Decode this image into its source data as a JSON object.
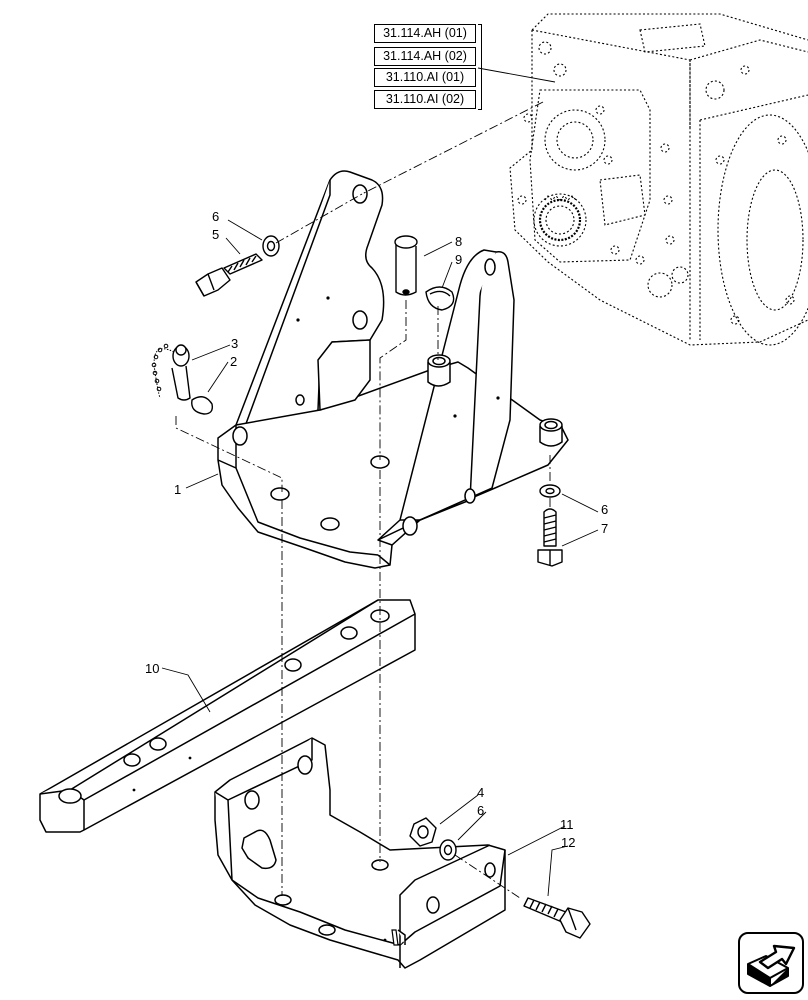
{
  "references": [
    "31.114.AH (01)",
    "31.114.AH (02)",
    "31.110.AI (01)",
    "31.110.AI (02)"
  ],
  "callouts": {
    "c1": "1",
    "c2": "2",
    "c3": "3",
    "c4": "4",
    "c5": "5",
    "c6a": "6",
    "c6b": "6",
    "c6c": "6",
    "c7": "7",
    "c8": "8",
    "c9": "9",
    "c10": "10",
    "c11": "11",
    "c12": "12"
  },
  "icons": {
    "navigation": "page-navigation-arrow-icon"
  },
  "colors": {
    "line": "#000000",
    "background": "#ffffff"
  }
}
